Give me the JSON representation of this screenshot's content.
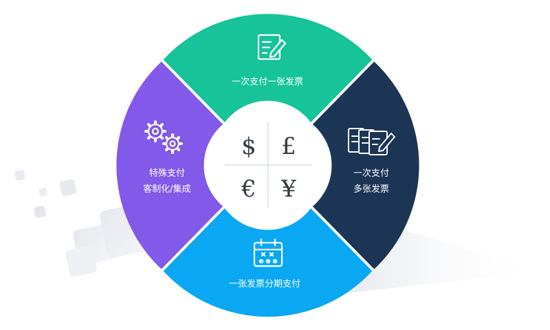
{
  "segments": {
    "top": {
      "label": "一次支付一张发票",
      "color": "#17c398",
      "icon": "edit-document-icon"
    },
    "right": {
      "label_1": "一次支付",
      "label_2": "多张发票",
      "color": "#1c3555",
      "icon": "multiple-documents-icon"
    },
    "bottom": {
      "label": "一张发票分期支付",
      "color": "#0aa8f3",
      "icon": "calendar-icon"
    },
    "left": {
      "label_1": "特殊支付",
      "label_2": "客制化/集成",
      "color": "#8259e9",
      "icon": "gears-icon"
    }
  },
  "center": {
    "currencies": {
      "dollar": "$",
      "pound": "£",
      "euro": "€",
      "yen": "¥"
    },
    "color": "#ffffff"
  }
}
